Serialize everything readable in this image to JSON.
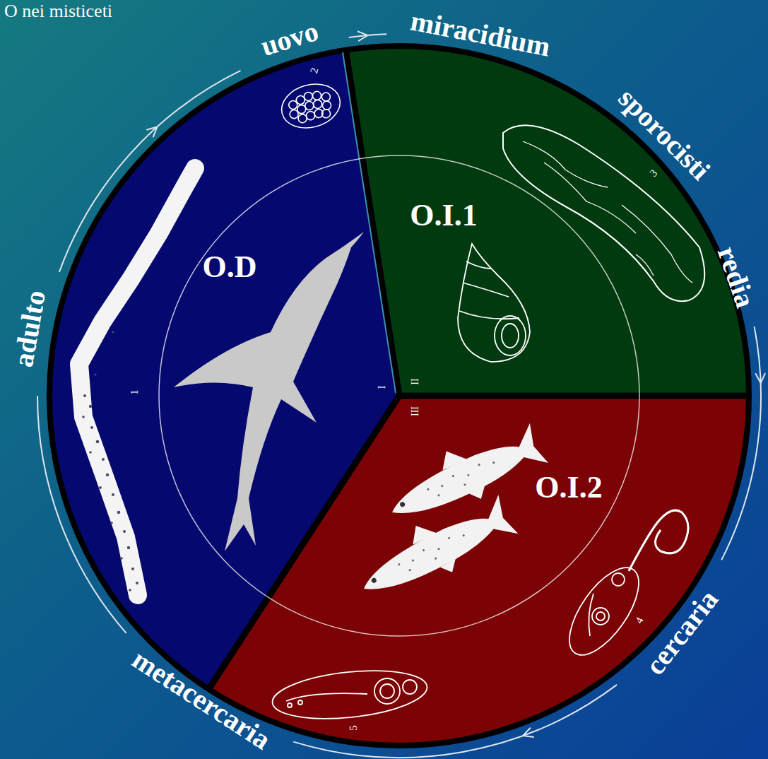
{
  "diagram": {
    "nodes": [
      {
        "text": [
          "O.D"
        ]
      },
      {
        "text": [
          "O.I.1"
        ]
      },
      {
        "text": [
          "O.I.2"
        ]
      }
    ],
    "labels": [
      "O nei misticeti",
      "uovo",
      "2",
      "miracidium",
      "sporocisti",
      "3",
      "redia",
      "cercaria",
      "4",
      "metacercaria",
      "5",
      "adulto",
      "1",
      "I",
      "II",
      "III"
    ]
  }
}
